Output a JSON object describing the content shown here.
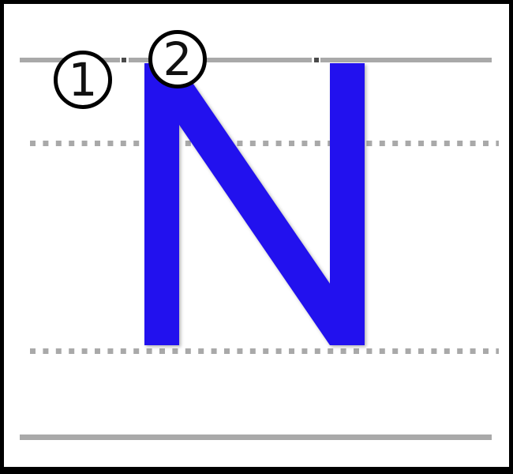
{
  "page": {
    "background": "#ffffff",
    "frame_color": "#000000"
  },
  "letter": {
    "character": "N",
    "color": "#2211ee"
  },
  "guides": {
    "line_color": "#a9a9a9",
    "start_dot_color": "#4a4a4a"
  },
  "badges": {
    "fill": "#ffffff",
    "border_color": "#000000",
    "number_color": "#111111",
    "items": [
      {
        "number": "1"
      },
      {
        "number": "2"
      }
    ]
  }
}
